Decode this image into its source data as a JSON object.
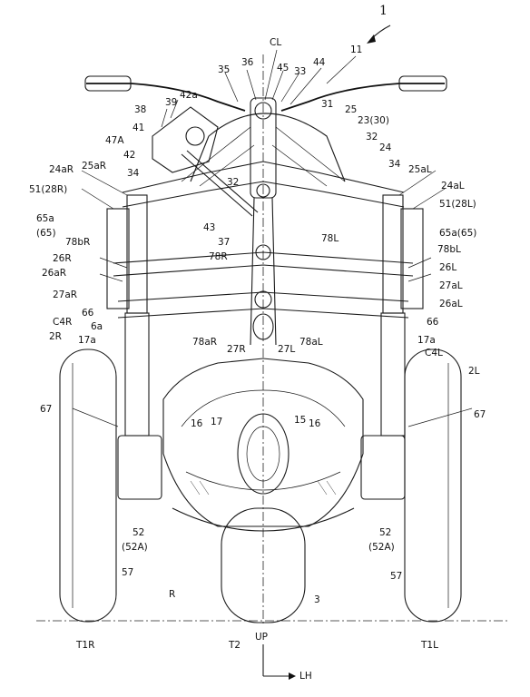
{
  "figure_number": "1",
  "labels": {
    "cl": "CL",
    "l11": "11",
    "l35": "35",
    "l36": "36",
    "l45": "45",
    "l44": "44",
    "l33": "33",
    "l42a": "42a",
    "l39": "39",
    "l38": "38",
    "l41": "41",
    "l47a": "47A",
    "l42": "42",
    "l34r": "34",
    "l31": "31",
    "l25": "25",
    "l23": "23(30)",
    "l32a": "32",
    "l24": "24",
    "l32b": "32",
    "l34l": "34",
    "l24ar": "24aR",
    "l25ar": "25aR",
    "l25al": "25aL",
    "l24al": "24aL",
    "l51r": "51(28R)",
    "l51l": "51(28L)",
    "l65ar": "65a",
    "l65r": "(65)",
    "l65al": "65a(65)",
    "l43": "43",
    "l37": "37",
    "l78r": "78R",
    "l78l": "78L",
    "l78br": "78bR",
    "l78bl": "78bL",
    "l26r": "26R",
    "l26ar": "26aR",
    "l26l": "26L",
    "l26al": "26aL",
    "l27ar": "27aR",
    "l27al": "27aL",
    "l66r": "66",
    "l66l": "66",
    "l6a": "6a",
    "l17ar": "17a",
    "l17al": "17a",
    "l78ar": "78aR",
    "l78al": "78aL",
    "l27r": "27R",
    "l27l": "27L",
    "lc4r": "C4R",
    "lc4l": "C4L",
    "l2r": "2R",
    "l2l": "2L",
    "l67r": "67",
    "l67l": "67",
    "l16a": "16",
    "l17": "17",
    "l15": "15",
    "l16b": "16",
    "l52r": "52",
    "l52ar": "(52A)",
    "l52l": "52",
    "l52al": "(52A)",
    "l57r": "57",
    "l57l": "57",
    "lr": "R",
    "l3": "3",
    "lt1r": "T1R",
    "lt2": "T2",
    "lup": "UP",
    "lt1l": "T1L",
    "llh": "LH"
  }
}
